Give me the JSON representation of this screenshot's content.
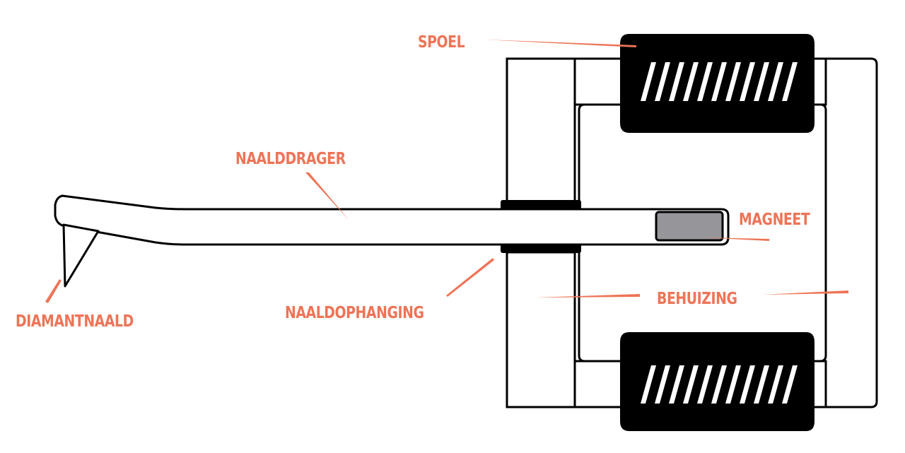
{
  "colors": {
    "label": "#ee7457",
    "outline": "#000000",
    "fill": "#ffffff",
    "magnet": "#96969a",
    "coil": "#000000"
  },
  "labels": {
    "spoel": "SPOEL",
    "naalddrager": "NAALDDRAGER",
    "magneet": "MAGNEET",
    "behuizing": "BEHUIZING",
    "naaldophanging": "NAALDOPHANGING",
    "diamantnaald": "DIAMANTNAALD"
  }
}
